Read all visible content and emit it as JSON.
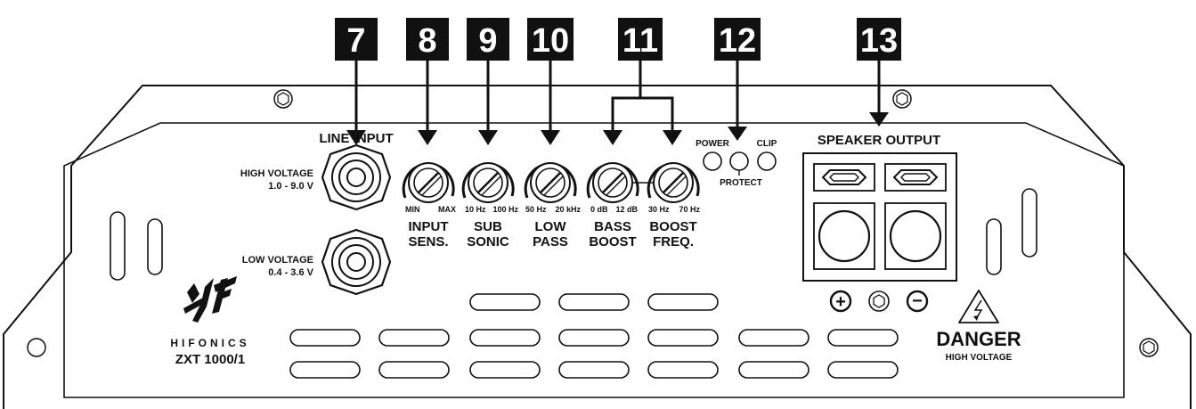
{
  "callouts": {
    "c7": "7",
    "c8": "8",
    "c9": "9",
    "c10": "10",
    "c11": "11",
    "c12": "12",
    "c13": "13"
  },
  "line_input": {
    "title": "LINE INPUT",
    "high_voltage_label": "HIGH VOLTAGE",
    "high_voltage_range": "1.0 - 9.0 V",
    "low_voltage_label": "LOW VOLTAGE",
    "low_voltage_range": "0.4 - 3.6 V"
  },
  "knobs": {
    "input_sens": {
      "min": "MIN",
      "max": "MAX",
      "line1": "INPUT",
      "line2": "SENS."
    },
    "sub_sonic": {
      "min": "10 Hz",
      "max": "100 Hz",
      "line1": "SUB",
      "line2": "SONIC"
    },
    "low_pass": {
      "min": "50 Hz",
      "max": "20 kHz",
      "line1": "LOW",
      "line2": "PASS"
    },
    "bass_boost": {
      "min": "0 dB",
      "max": "12 dB",
      "line1": "BASS",
      "line2": "BOOST"
    },
    "boost_freq": {
      "min": "30 Hz",
      "max": "70 Hz",
      "line1": "BOOST",
      "line2": "FREQ."
    }
  },
  "leds": {
    "power": "POWER",
    "protect": "PROTECT",
    "clip": "CLIP"
  },
  "speaker": {
    "title": "SPEAKER OUTPUT",
    "plus": "+",
    "minus": "−"
  },
  "brand": {
    "name": "HIFONICS",
    "model": "ZXT 1000/1"
  },
  "warning": {
    "title": "DANGER",
    "subtitle": "HIGH VOLTAGE"
  }
}
